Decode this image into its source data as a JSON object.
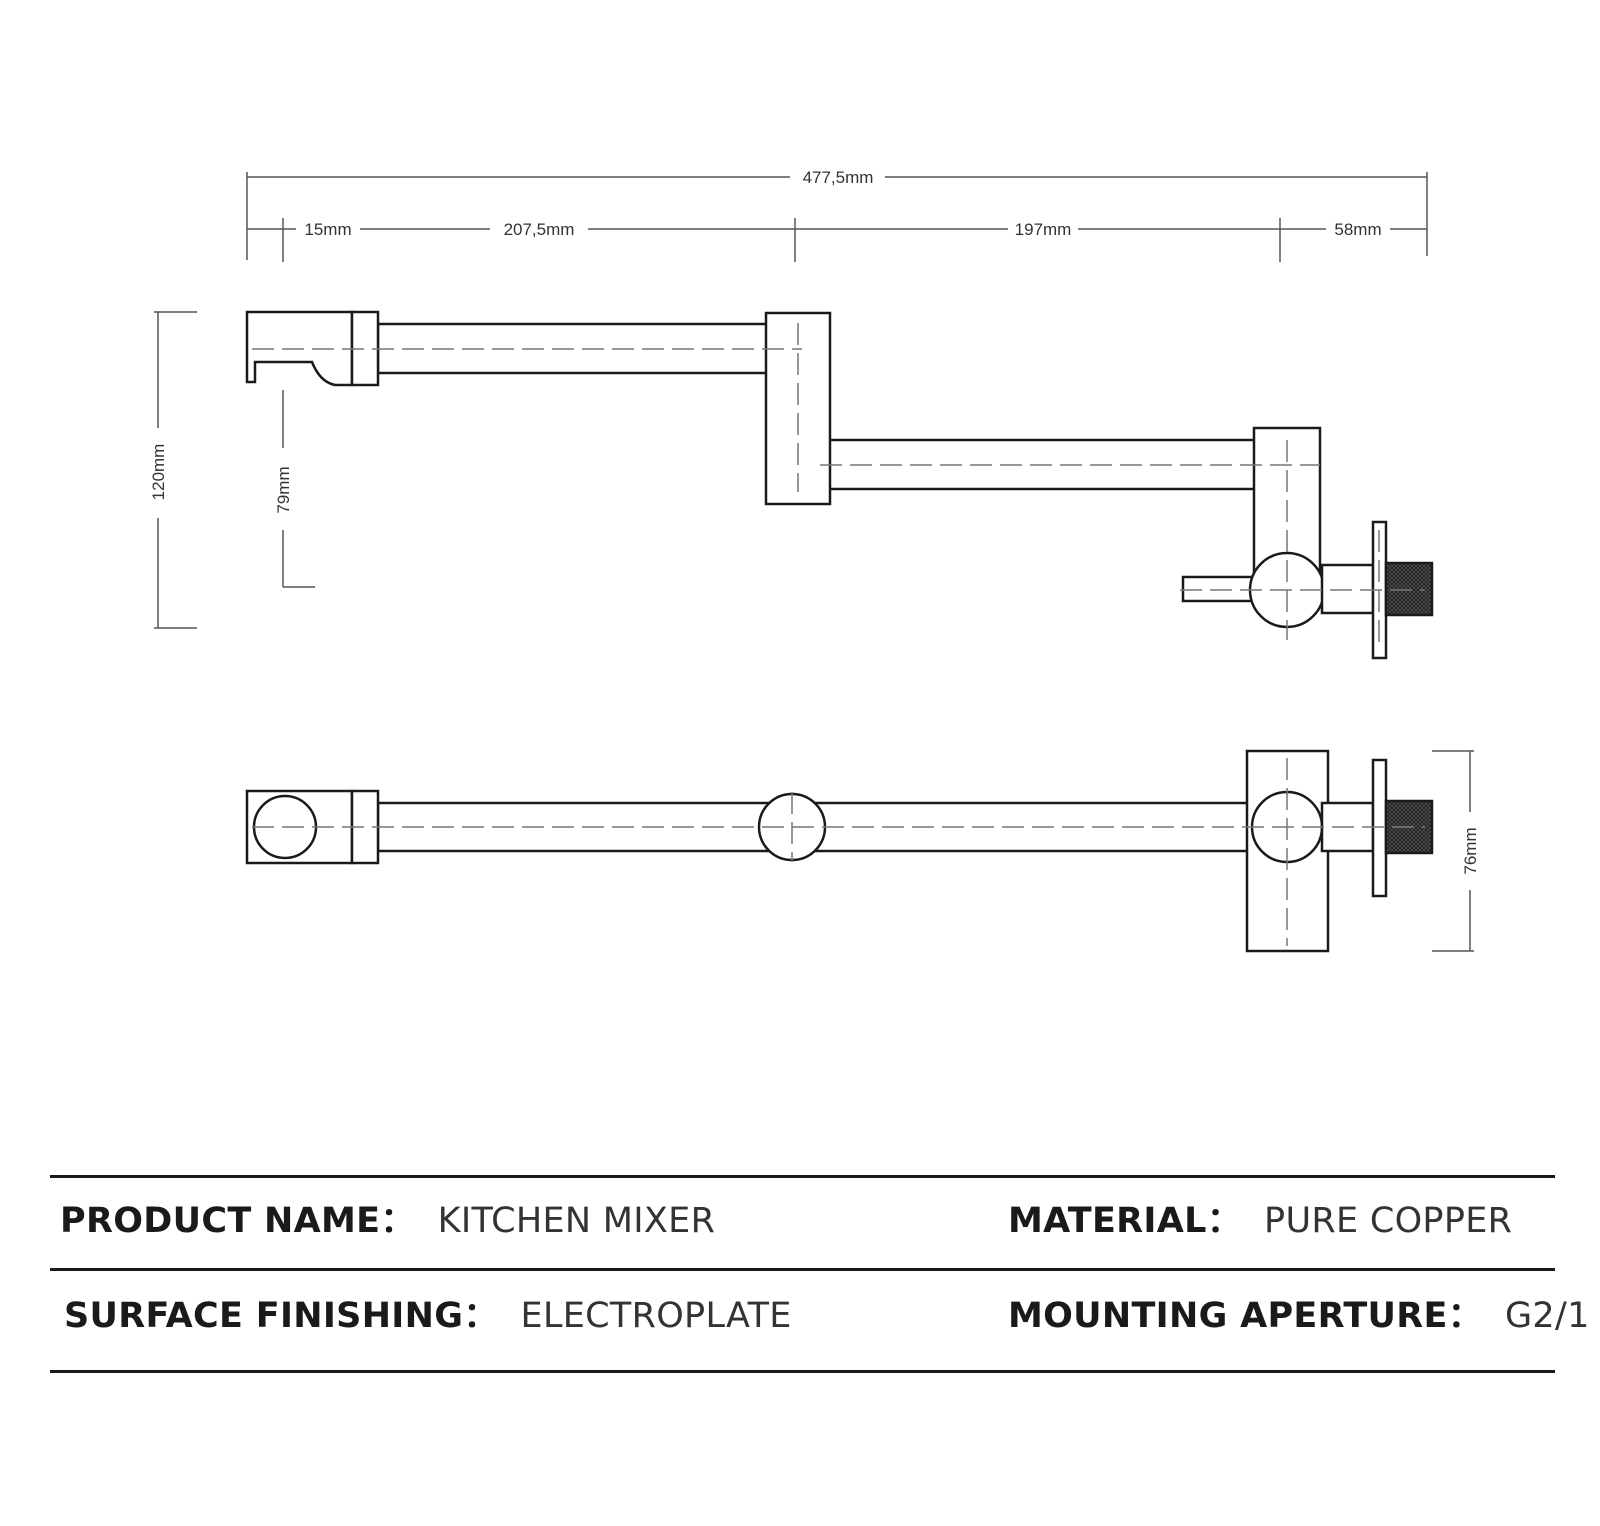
{
  "dimensions": {
    "overall_length": "477,5mm",
    "segment_1": "15mm",
    "segment_2": "207,5mm",
    "segment_3": "197mm",
    "segment_4": "58mm",
    "height_total": "120mm",
    "spout_height": "79mm",
    "depth": "76mm"
  },
  "specs": {
    "product_name": {
      "label": "PRODUCT NAME：",
      "value": "KITCHEN MIXER"
    },
    "material": {
      "label": "MATERIAL：",
      "value": "PURE COPPER"
    },
    "surface_finishing": {
      "label": "SURFACE FINISHING：",
      "value": "ELECTROPLATE"
    },
    "mounting_aperture": {
      "label": "MOUNTING APERTURE：",
      "value": "G2/1"
    }
  },
  "colors": {
    "line": "#1a1a1a",
    "dim_line": "#555555",
    "center_line": "#777777"
  }
}
